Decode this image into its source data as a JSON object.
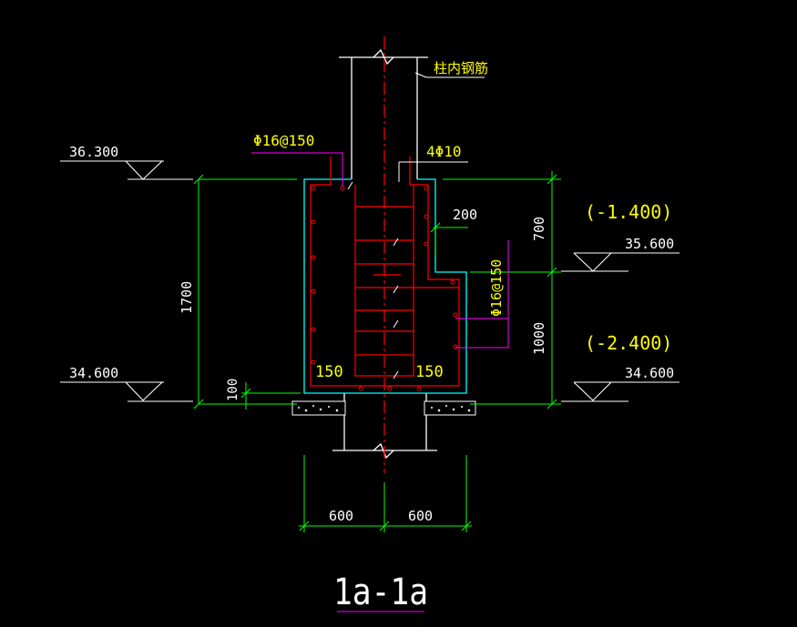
{
  "colors": {
    "background": "#000000",
    "white": "#ffffff",
    "yellow": "#ffff00",
    "green": "#00ff00",
    "red": "#ff0000",
    "magenta": "#ff00ff",
    "cyan": "#00ffff"
  },
  "labels": {
    "note_column_rebar": "柱内钢筋",
    "rebar_top": "Φ16@150",
    "rebar_4phi10": "4Φ10",
    "rebar_side": "Φ16@150",
    "dim_200": "200",
    "dim_700": "700",
    "dim_1000": "1000",
    "dim_1700": "1700",
    "dim_100": "100",
    "dim_150_left": "150",
    "dim_150_right": "150",
    "dim_600_left": "600",
    "dim_600_right": "600",
    "elev_left_top": "36.300",
    "elev_left_bottom": "34.600",
    "elev_right_mid": "35.600",
    "elev_right_bottom": "34.600",
    "rel_elev_mid": "(-1.400)",
    "rel_elev_bottom": "(-2.400)",
    "section_title": "1a-1a"
  }
}
